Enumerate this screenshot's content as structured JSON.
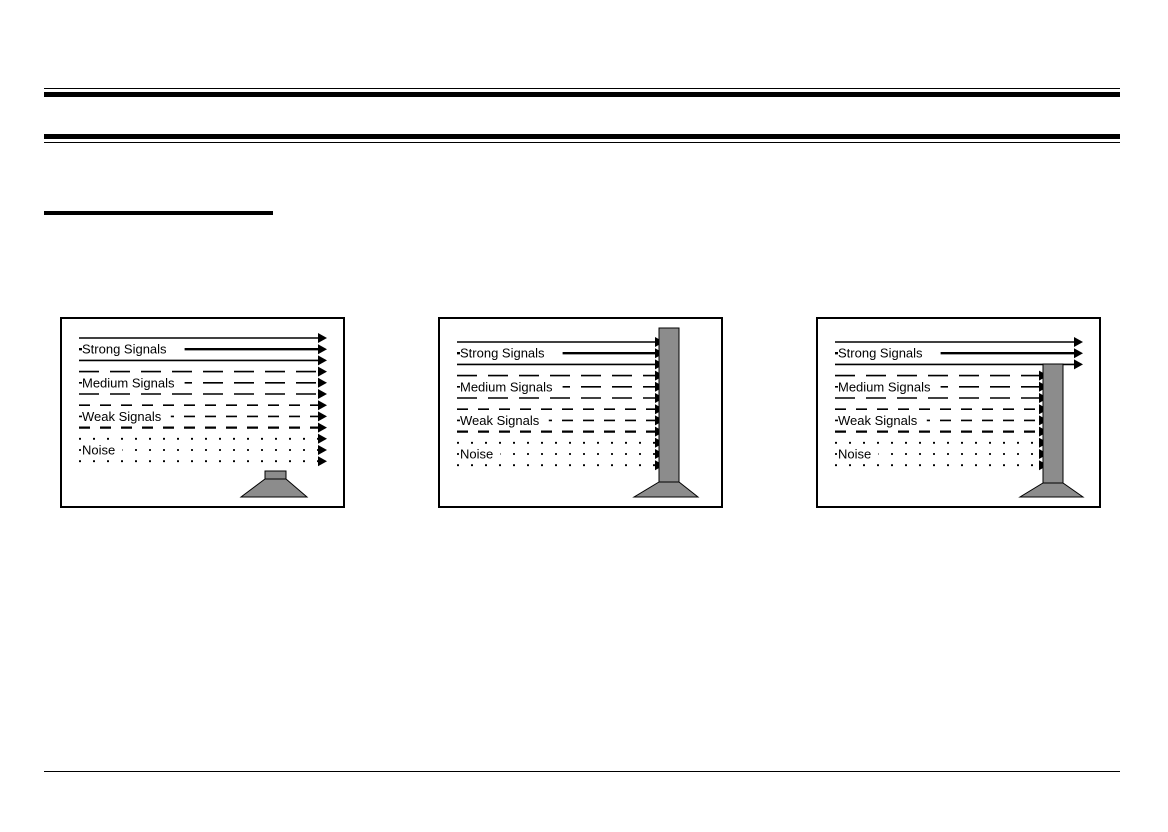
{
  "diagram": {
    "labels": {
      "strong": "Strong Signals",
      "medium": "Medium Signals",
      "weak": "Weak Signals",
      "noise": "Noise"
    },
    "panels": [
      {
        "id": "panel-1",
        "label_top": 342,
        "barrier": {
          "type": "low-wall",
          "passes": [
            "strong",
            "medium",
            "weak",
            "noise"
          ]
        }
      },
      {
        "id": "panel-2",
        "label_top": 346,
        "barrier": {
          "type": "tall-wall",
          "passes": []
        }
      },
      {
        "id": "panel-3",
        "label_top": 346,
        "barrier": {
          "type": "mid-wall",
          "passes": [
            "strong"
          ]
        }
      }
    ],
    "colors": {
      "wall": "#8c8c8c",
      "line": "#000000",
      "background": "#ffffff"
    }
  }
}
